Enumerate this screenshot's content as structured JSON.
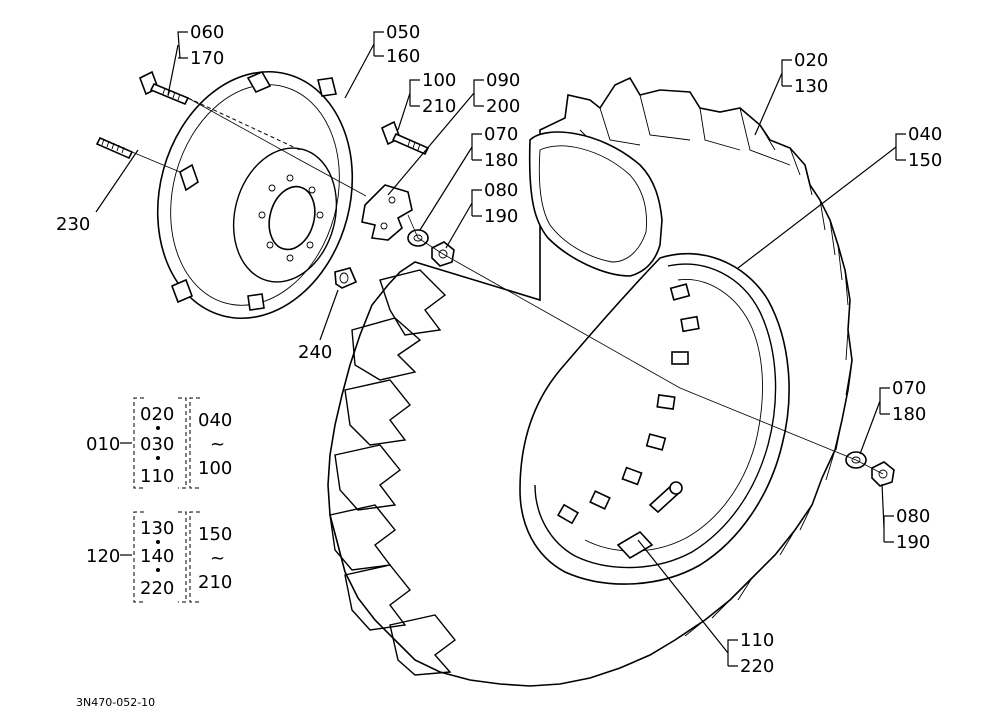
{
  "labels": {
    "l060": "060",
    "l170a": "170",
    "l050": "050",
    "l160": "160",
    "l100a": "100",
    "l210a": "210",
    "l090": "090",
    "l200": "200",
    "l070a": "070",
    "l180a": "180",
    "l080a": "080",
    "l190a": "190",
    "l020": "020",
    "l130": "130",
    "l040": "040",
    "l150": "150",
    "l230": "230",
    "l240": "240",
    "l070b": "070",
    "l180b": "180",
    "l080b": "080",
    "l190b": "190",
    "l110": "110",
    "l220": "220"
  },
  "groups": {
    "g1": {
      "main": "010",
      "a": "020",
      "b": "030",
      "c": "110",
      "from": "040",
      "tilde": "~",
      "to": "100"
    },
    "g2": {
      "main": "120",
      "a": "130",
      "b": "140",
      "c": "220",
      "from": "150",
      "tilde": "~",
      "to": "210"
    }
  },
  "footer_code": "3N470-052-10"
}
